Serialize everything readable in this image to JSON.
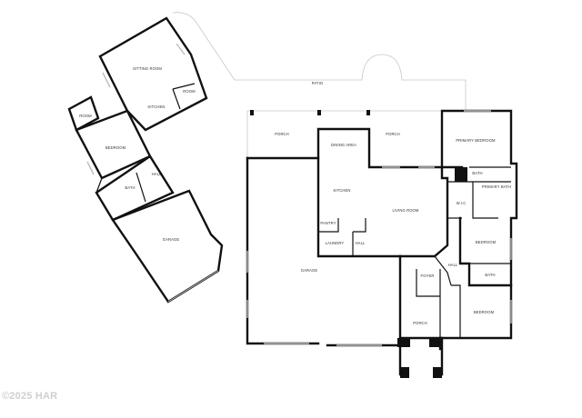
{
  "rooms": {
    "sitting_room": "SITTING ROOM",
    "kitchen_guest": "KITCHEN",
    "room_top": "ROOM",
    "room_small": "ROOM",
    "bedroom_guest": "BEDROOM",
    "hall_guest": "HALL",
    "bath_guest": "BATH",
    "garage_guest": "GARAGE",
    "patio": "PATIO",
    "porch_left": "PORCH",
    "porch_right": "PORCH",
    "dining_area": "DINING AREA",
    "primary_bedroom": "PRIMARY BEDROOM",
    "bath_primary_top": "BATH",
    "primary_bath": "PRIMARY BATH",
    "kitchen_main": "KITCHEN",
    "living_room": "LIVING ROOM",
    "wic": "W.I.C",
    "pantry": "PANTRY",
    "laundry": "LAUNDRY",
    "hall_main": "HALL",
    "bedroom_right_top": "BEDROOM",
    "hall_right": "HALL",
    "bath_right": "BATH",
    "garage_main": "GARAGE",
    "foyer": "FOYER",
    "porch_front": "PORCH",
    "bedroom_right_bottom": "BEDROOM"
  },
  "copyright": "©2025 HAR"
}
